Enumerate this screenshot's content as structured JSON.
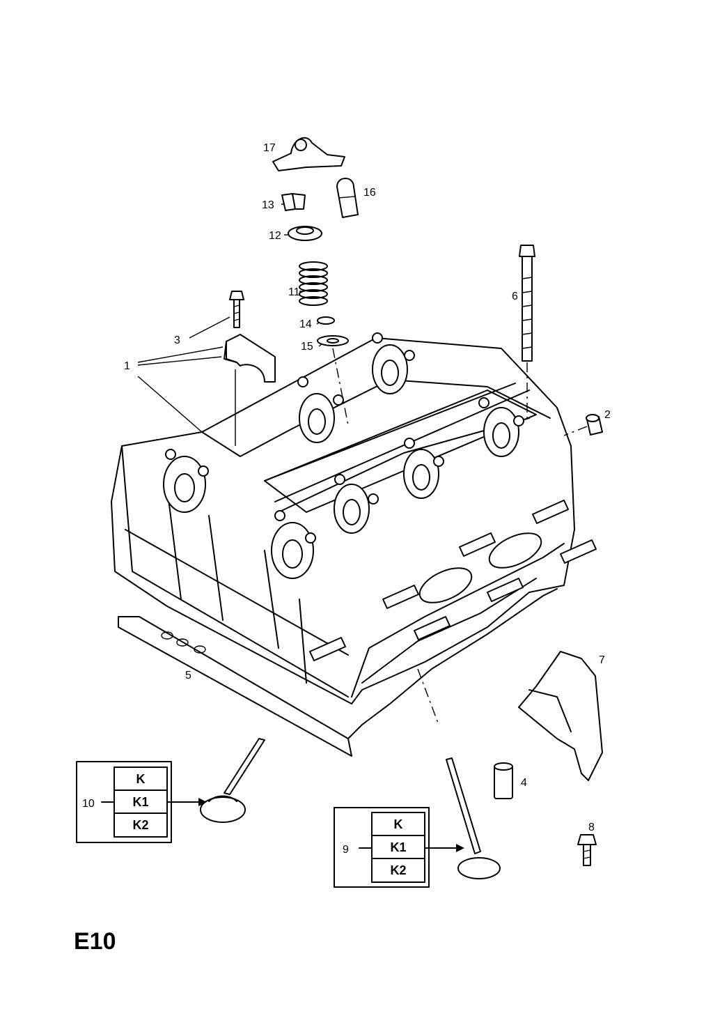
{
  "diagram_code": "E10",
  "callouts": [
    "1",
    "2",
    "3",
    "4",
    "5",
    "6",
    "7",
    "8",
    "9",
    "10",
    "11",
    "12",
    "13",
    "14",
    "15",
    "16",
    "17"
  ],
  "variant_tables": {
    "intake_valve": {
      "callout": "10",
      "rows": [
        "K",
        "K1",
        "K2"
      ]
    },
    "exhaust_valve": {
      "callout": "9",
      "rows": [
        "K",
        "K1",
        "K2"
      ]
    }
  }
}
